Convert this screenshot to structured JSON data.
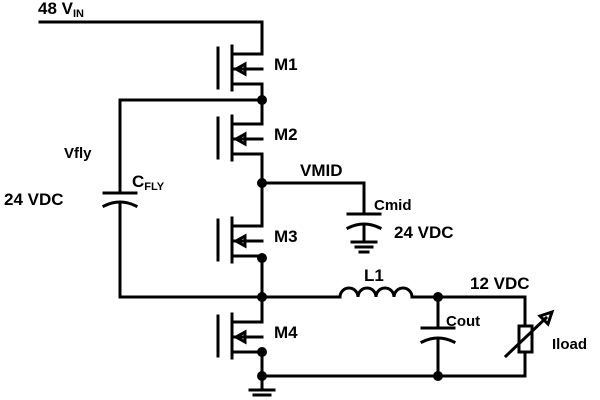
{
  "labels": {
    "vin_main": "48 V",
    "vin_sub": "IN",
    "m1": "M1",
    "m2": "M2",
    "m3": "M3",
    "m4": "M4",
    "vfly": "Vfly",
    "vfly_voltage": "24 VDC",
    "cfly_main": "C",
    "cfly_sub": "FLY",
    "vmid": "VMID",
    "cmid": "Cmid",
    "cmid_voltage": "24 VDC",
    "l1": "L1",
    "vout": "12 VDC",
    "cout": "Cout",
    "iload": "Iload"
  }
}
